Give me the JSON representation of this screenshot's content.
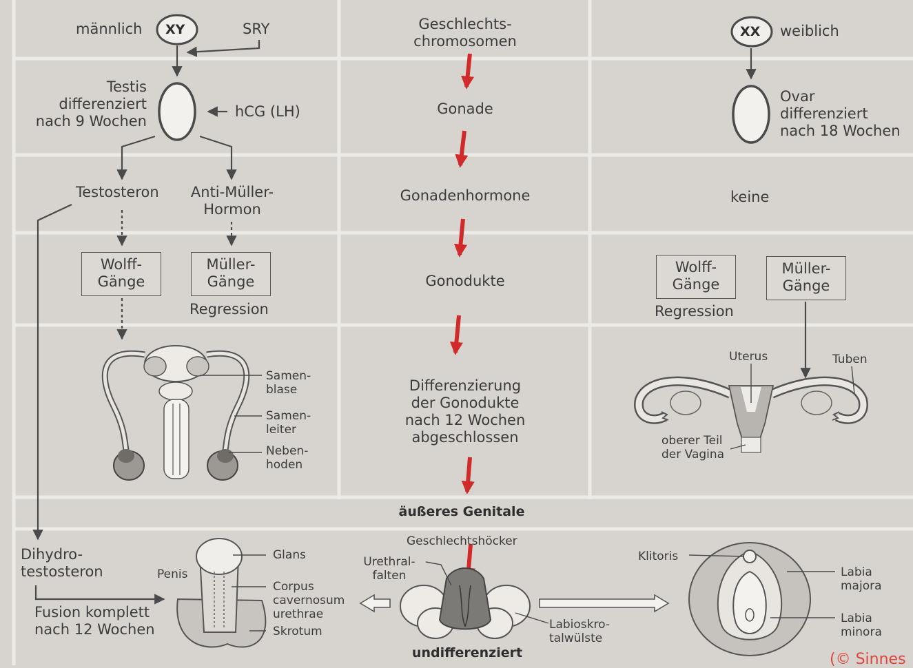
{
  "header": {
    "maennlich": "männlich",
    "xy": "XY",
    "sry": "SRY",
    "chromosomen": [
      "Geschlechts-",
      "chromosomen"
    ],
    "xx": "XX",
    "weiblich": "weiblich"
  },
  "male": {
    "testis": [
      "Testis",
      "differenziert",
      "nach 9 Wochen"
    ],
    "hcg": "hCG (LH)",
    "testosteron": "Testosteron",
    "amh": [
      "Anti-Müller-",
      "Hormon"
    ],
    "wolff": [
      "Wolff-",
      "Gänge"
    ],
    "mueller": [
      "Müller-",
      "Gänge"
    ],
    "regression": "Regression",
    "samenblase": [
      "Samen-",
      "blase"
    ],
    "samenleiter": [
      "Samen-",
      "leiter"
    ],
    "nebenhoden": [
      "Neben-",
      "hoden"
    ]
  },
  "center": {
    "gonade": "Gonade",
    "gonadenhormone": "Gonadenhormone",
    "gonodukte": "Gonodukte",
    "differenzierung": [
      "Differenzierung",
      "der Gonodukte",
      "nach 12 Wochen",
      "abgeschlossen"
    ],
    "aeusseres": "äußeres Genitale",
    "geschlechtshoecker": "Geschlechtshöcker",
    "urethralfalten": [
      "Urethral-",
      "falten"
    ],
    "labioskrotal": [
      "Labioskro-",
      "talwülste"
    ],
    "undifferenziert": "undifferenziert"
  },
  "female": {
    "ovar": [
      "Ovar",
      "differenziert",
      "nach 18 Wochen"
    ],
    "keine": "keine",
    "wolff": [
      "Wolff-",
      "Gänge"
    ],
    "mueller": [
      "Müller-",
      "Gänge"
    ],
    "regression": "Regression",
    "uterus": "Uterus",
    "tuben": "Tuben",
    "vagina": [
      "oberer Teil",
      "der Vagina"
    ],
    "klitoris": "Klitoris",
    "labia_majora": [
      "Labia",
      "majora"
    ],
    "labia_minora": [
      "Labia",
      "minora"
    ]
  },
  "external_male": {
    "dihydro": [
      "Dihydro-",
      "testosteron"
    ],
    "fusion": [
      "Fusion komplett",
      "nach 12 Wochen"
    ],
    "penis": "Penis",
    "glans": "Glans",
    "corpus": [
      "Corpus",
      "cavernosum",
      "urethrae"
    ],
    "skrotum": "Skrotum"
  },
  "watermark": "(© Sinnes",
  "colors": {
    "background": "#d7d4cf",
    "grid": "#ebe9e5",
    "lines": "#4a4a4a",
    "red_arrow": "#d12a2a"
  }
}
